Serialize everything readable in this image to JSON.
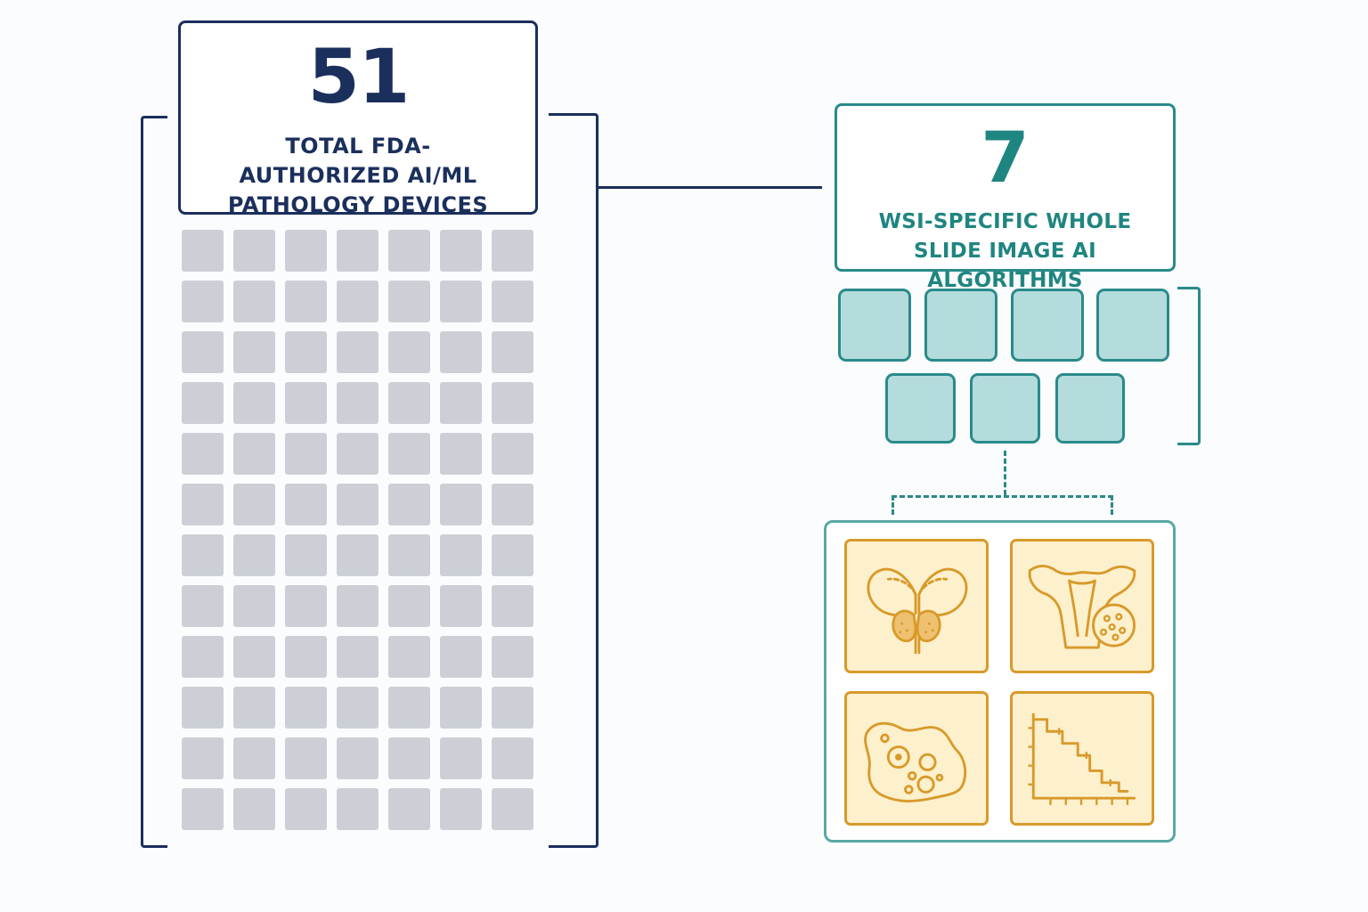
{
  "total": {
    "number": "51",
    "label": "TOTAL FDA-AUTHORIZED AI/ML PATHOLOGY DEVICES"
  },
  "device_grid": {
    "count": 84,
    "columns": 7
  },
  "wsi": {
    "number": "7",
    "label": "WSI-SPECIFIC WHOLE SLIDE IMAGE AI ALGORITHMS"
  },
  "algorithm_tiles": {
    "count": 7
  },
  "applications": [
    {
      "icon": "prostate-icon"
    },
    {
      "icon": "cervix-cell-icon"
    },
    {
      "icon": "tissue-cells-icon"
    },
    {
      "icon": "survival-curve-icon"
    }
  ],
  "colors": {
    "navy": "#1b2f5c",
    "teal": "#2a8a8a",
    "teal_fill": "#b4dcdc",
    "gray_cell": "#ccd0d6",
    "amber": "#d89a2b",
    "amber_fill": "#fdf0cc"
  }
}
